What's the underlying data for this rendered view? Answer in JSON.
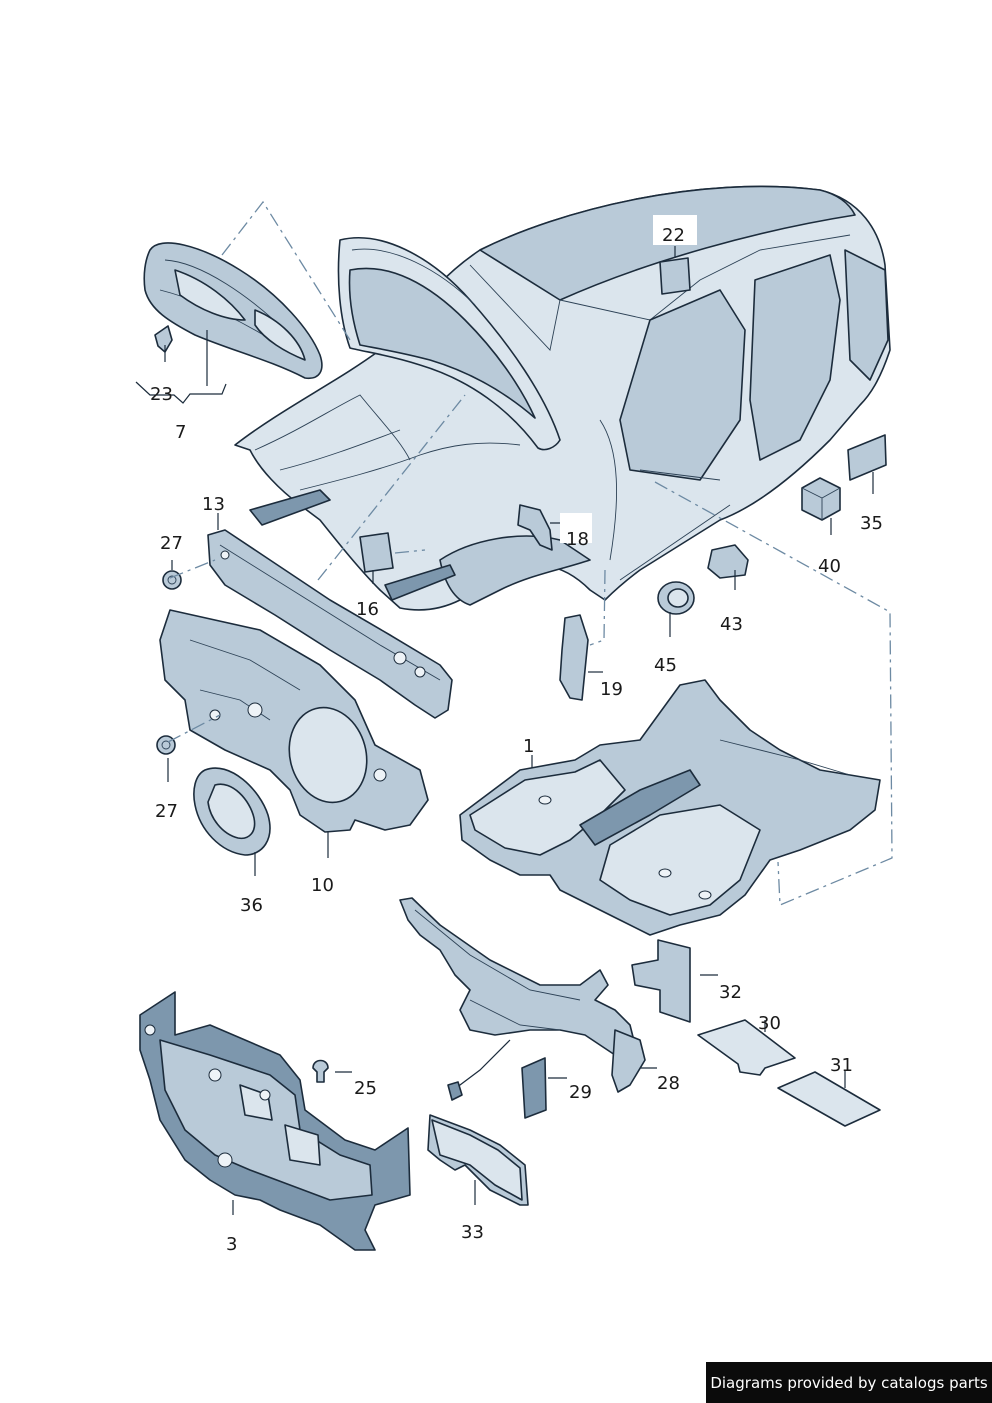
{
  "callouts": {
    "c1": "1",
    "c3": "3",
    "c7": "7",
    "c10": "10",
    "c13": "13",
    "c16": "16",
    "c18": "18",
    "c19": "19",
    "c22": "22",
    "c23": "23",
    "c25": "25",
    "c27a": "27",
    "c27b": "27",
    "c28": "28",
    "c29": "29",
    "c30": "30",
    "c31": "31",
    "c32": "32",
    "c33": "33",
    "c35": "35",
    "c36": "36",
    "c40": "40",
    "c43": "43",
    "c45": "45"
  },
  "footer": {
    "credit": "Diagrams provided by catalogs parts"
  },
  "colors": {
    "part_fill": "#b9cad8",
    "part_shadow": "#7d97ad",
    "outline": "#1c2c3c",
    "banner": "#0b0b0b"
  }
}
